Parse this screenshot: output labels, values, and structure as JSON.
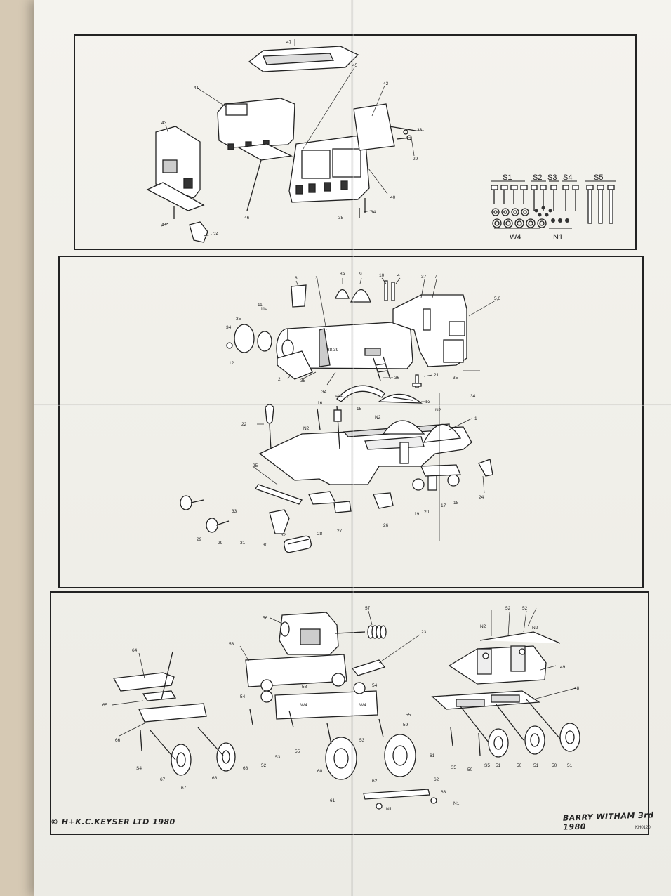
{
  "credits": {
    "copyright": "© H+K.C.KEYSER LTD 1980",
    "artist": "BARRY WITHAM 3rd 1980",
    "ref": "KH0120"
  },
  "panel1": {
    "part_labels": [
      "47",
      "45",
      "41",
      "42",
      "43",
      "33",
      "29",
      "40",
      "34",
      "35",
      "46",
      "44",
      "24"
    ],
    "hardware": {
      "groups": [
        "S1",
        "S2",
        "S3",
        "S4",
        "S5"
      ],
      "washers": "W4",
      "nuts": "N1"
    }
  },
  "panel2": {
    "part_labels": [
      "8",
      "8a",
      "9",
      "10",
      "4",
      "37",
      "7",
      "3",
      "5,6",
      "34",
      "35",
      "11a",
      "11",
      "12",
      "2",
      "38,39",
      "35",
      "34",
      "36",
      "21",
      "35",
      "34",
      "14",
      "13",
      "16",
      "15",
      "22",
      "N2",
      "N2",
      "N2",
      "1",
      "25",
      "33",
      "32",
      "29",
      "29",
      "31",
      "30",
      "28",
      "27",
      "26",
      "19",
      "20",
      "17",
      "18",
      "24"
    ]
  },
  "panel3": {
    "part_labels": [
      "56",
      "57",
      "23",
      "53",
      "64",
      "65",
      "58",
      "54",
      "54",
      "W4",
      "W4",
      "55",
      "59",
      "53",
      "66",
      "S4",
      "67",
      "68",
      "67",
      "68",
      "52",
      "53",
      "55",
      "60",
      "61",
      "62",
      "61",
      "62",
      "63",
      "N1",
      "N1",
      "N2",
      "52",
      "52",
      "N2",
      "49",
      "48",
      "S5",
      "S5",
      "50",
      "51",
      "50",
      "51",
      "50",
      "51"
    ]
  }
}
